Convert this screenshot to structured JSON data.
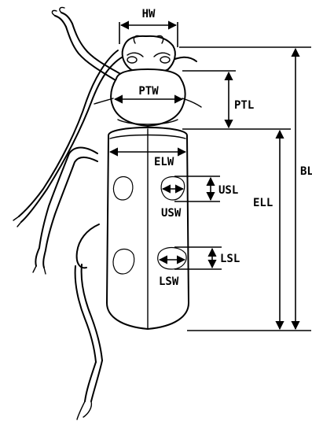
{
  "labels": {
    "hw": "HW",
    "ptw": "PTW",
    "ptl": "PTL",
    "elw": "ELW",
    "usl": "USL",
    "usw": "USW",
    "ell": "ELL",
    "bl": "BL",
    "lsl": "LSL",
    "lsw": "LSW"
  }
}
